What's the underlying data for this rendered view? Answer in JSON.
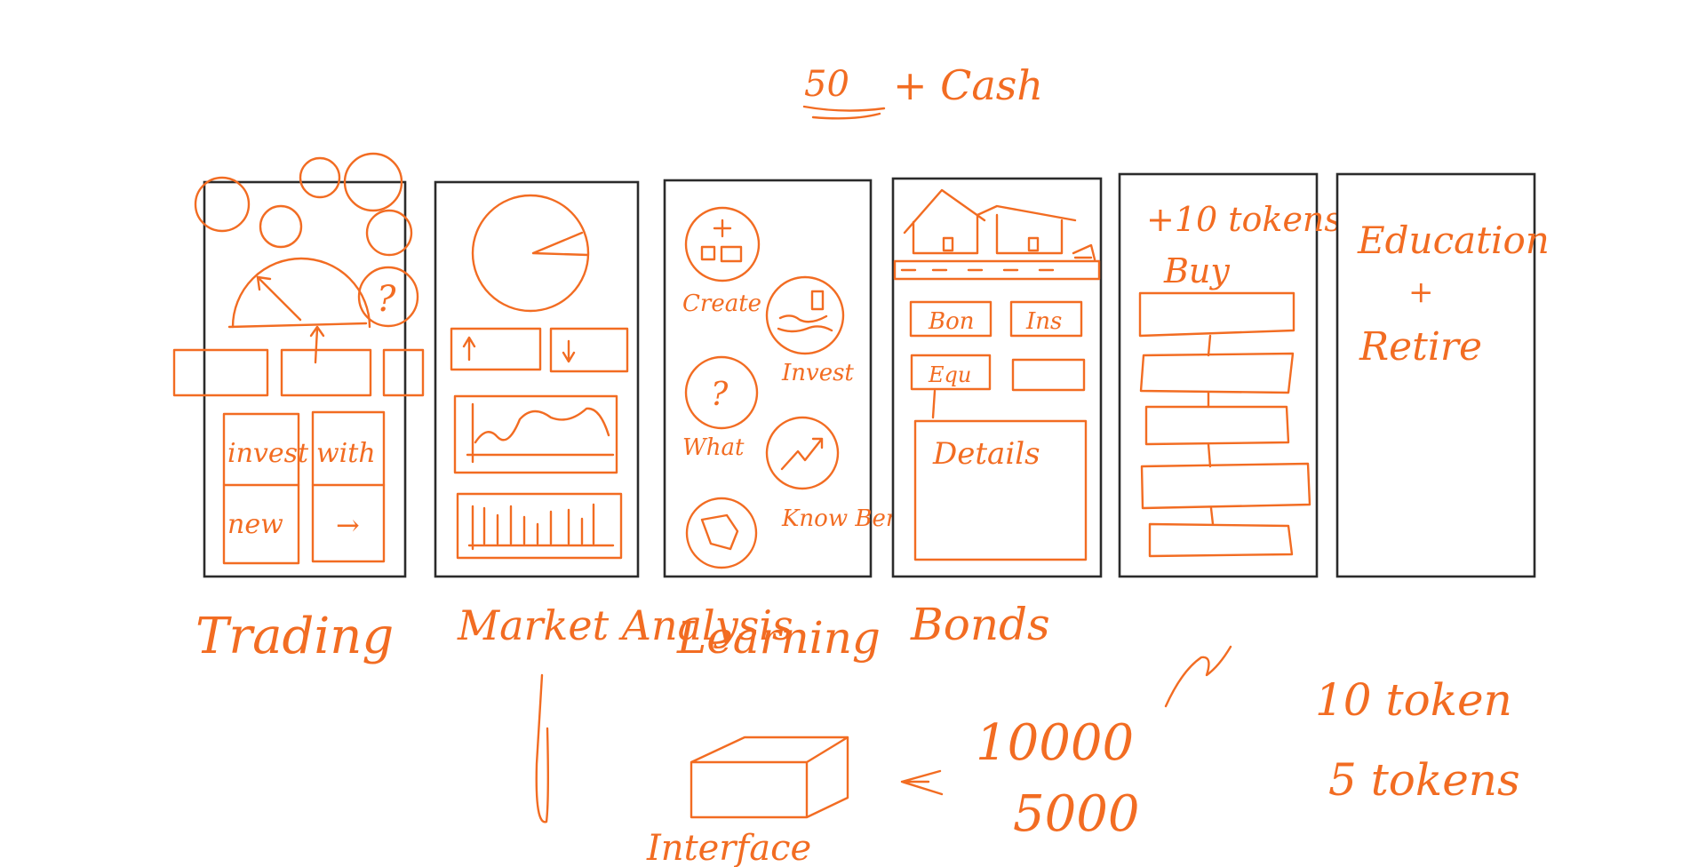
{
  "header_note": {
    "amount": "50",
    "plus_cash": "+ Cash"
  },
  "screens": [
    {
      "label": "Trading",
      "grid": [
        "invest",
        "with",
        "new",
        "→"
      ]
    },
    {
      "label": "Market Analysis"
    },
    {
      "label": "Learning",
      "items": [
        "Create",
        "Invest",
        "What",
        "Know Benefits"
      ]
    },
    {
      "label": "Bonds",
      "buttons": [
        "Bon",
        "Ins",
        "Equ"
      ],
      "panel_title": "Details"
    },
    {
      "label": "",
      "tokens_note": "+10 tokens",
      "buy_label": "Buy"
    },
    {
      "label": "",
      "title_line1": "Education",
      "title_plus": "+",
      "title_line2": "Retire"
    }
  ],
  "bottom": {
    "interface_label": "Interface",
    "numbers": [
      "10000",
      "5000"
    ],
    "tokens": [
      "10 token",
      "5 tokens"
    ]
  },
  "colors": {
    "ink": "#f26c22",
    "frame": "#2b2b2b",
    "background": "#ffffff"
  }
}
